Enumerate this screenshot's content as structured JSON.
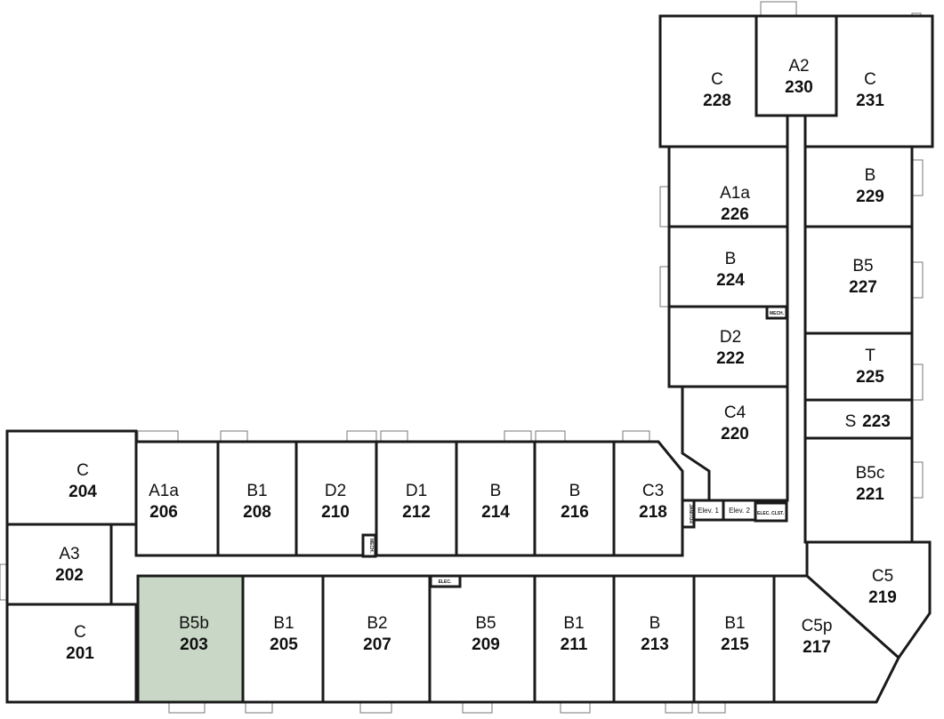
{
  "floor_plan": {
    "rooms": [
      {
        "type": "C",
        "number": "228"
      },
      {
        "type": "A2",
        "number": "230"
      },
      {
        "type": "C",
        "number": "231"
      },
      {
        "type": "A1a",
        "number": "226"
      },
      {
        "type": "B",
        "number": "229"
      },
      {
        "type": "B",
        "number": "224"
      },
      {
        "type": "B5",
        "number": "227"
      },
      {
        "type": "D2",
        "number": "222"
      },
      {
        "type": "T",
        "number": "225"
      },
      {
        "type": "C4",
        "number": "220"
      },
      {
        "type": "S",
        "number": "223"
      },
      {
        "type": "B5c",
        "number": "221"
      },
      {
        "type": "C5",
        "number": "219"
      },
      {
        "type": "C5p",
        "number": "217"
      },
      {
        "type": "C",
        "number": "204"
      },
      {
        "type": "A1a",
        "number": "206"
      },
      {
        "type": "B1",
        "number": "208"
      },
      {
        "type": "D2",
        "number": "210"
      },
      {
        "type": "D1",
        "number": "212"
      },
      {
        "type": "B",
        "number": "214"
      },
      {
        "type": "B",
        "number": "216"
      },
      {
        "type": "C3",
        "number": "218"
      },
      {
        "type": "A3",
        "number": "202"
      },
      {
        "type": "C",
        "number": "201"
      },
      {
        "type": "B5b",
        "number": "203",
        "highlighted": true
      },
      {
        "type": "B1",
        "number": "205"
      },
      {
        "type": "B2",
        "number": "207"
      },
      {
        "type": "B5",
        "number": "209"
      },
      {
        "type": "B1",
        "number": "211"
      },
      {
        "type": "B",
        "number": "213"
      },
      {
        "type": "B1",
        "number": "215"
      }
    ],
    "utility": {
      "elev1": "Elev. 1",
      "elev2": "Elev. 2",
      "elec_closet": "ELEC. CLST.",
      "janitor": "JANITOR",
      "mech_west": "MECH.",
      "mech_east": "MECH.",
      "elec": "ELEC."
    },
    "highlight_color": "#c9d8c6"
  }
}
